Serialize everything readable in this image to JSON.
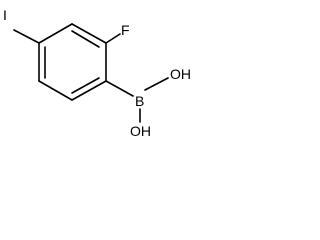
{
  "molecule": {
    "atoms": {
      "iodine": "I",
      "fluorine": "F",
      "boron": "B",
      "hydroxyl_top": "OH",
      "hydroxyl_bottom": "OH"
    }
  },
  "colors": {
    "bond": "#000000",
    "label": "#000000",
    "background": "#ffffff"
  }
}
